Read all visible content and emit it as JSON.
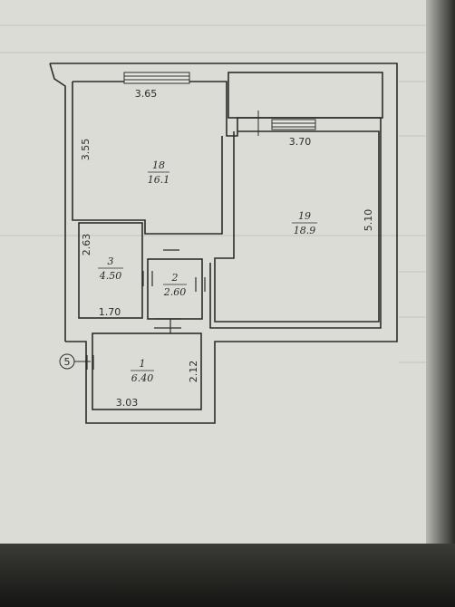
{
  "header": {
    "text": ""
  },
  "rooms": [
    {
      "number": "18",
      "area": "16.1"
    },
    {
      "number": "19",
      "area": "18.9"
    },
    {
      "number": "3",
      "area": "4.50"
    },
    {
      "number": "2",
      "area": "2.60"
    },
    {
      "number": "1",
      "area": "6.40"
    }
  ],
  "dimensions": {
    "room18_width": "3.65",
    "room18_height": "3.55",
    "room19_width": "3.70",
    "room19_height": "5.10",
    "room3_height": "2.63",
    "room3_width": "1.70",
    "room1_height": "2.12",
    "room1_width": "3.03"
  },
  "marker": {
    "label": "5"
  },
  "colors": {
    "ink": "#2c2c2a",
    "paper": "#dcdcd6",
    "wall_fill": "#e4e4de"
  }
}
